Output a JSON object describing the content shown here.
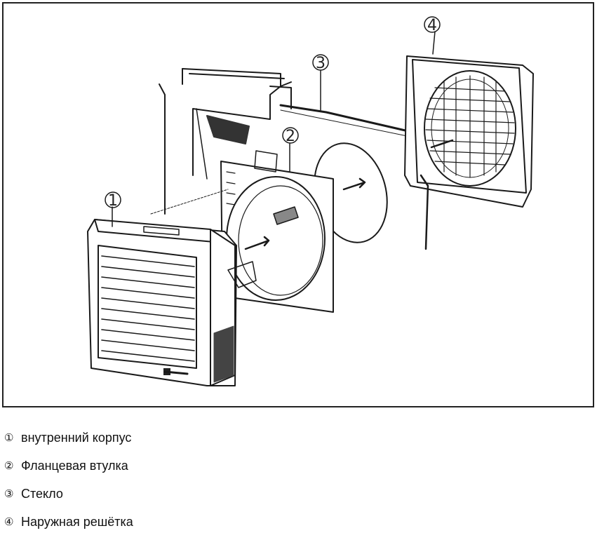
{
  "figure": {
    "callouts": [
      {
        "id": "1",
        "symbol": "①"
      },
      {
        "id": "2",
        "symbol": "②"
      },
      {
        "id": "3",
        "symbol": "③"
      },
      {
        "id": "4",
        "symbol": "④"
      }
    ],
    "brand_plate": "",
    "colors": {
      "line": "#1a1a1a",
      "shade": "#555555",
      "paper": "#ffffff"
    }
  },
  "legend": {
    "items": [
      {
        "num": "①",
        "text": "внутренний корпус"
      },
      {
        "num": "②",
        "text": "Фланцевая втулка"
      },
      {
        "num": "③",
        "text": "Стекло"
      },
      {
        "num": "④",
        "text": "Наружная решётка"
      }
    ]
  }
}
